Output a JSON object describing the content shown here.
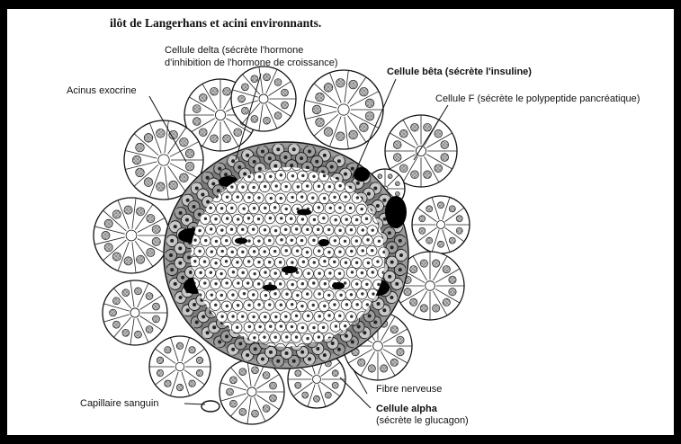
{
  "diagram": {
    "title": "ilôt de Langerhans et acini environnants.",
    "labels": {
      "delta_line1": "Cellule delta (sécrète l'hormone",
      "delta_line2": "d'inhibition de l'hormone de croissance)",
      "beta": "Cellule bêta (sécrète l'insuline)",
      "acinus": "Acinus exocrine",
      "f_cell": "Cellule F (sécrète le polypeptide pancréatique)",
      "capillary": "Capillaire sanguin",
      "nerve": "Fibre nerveuse",
      "alpha_line1": "Cellule alpha",
      "alpha_line2": "(sécrète le glucagon)"
    }
  }
}
